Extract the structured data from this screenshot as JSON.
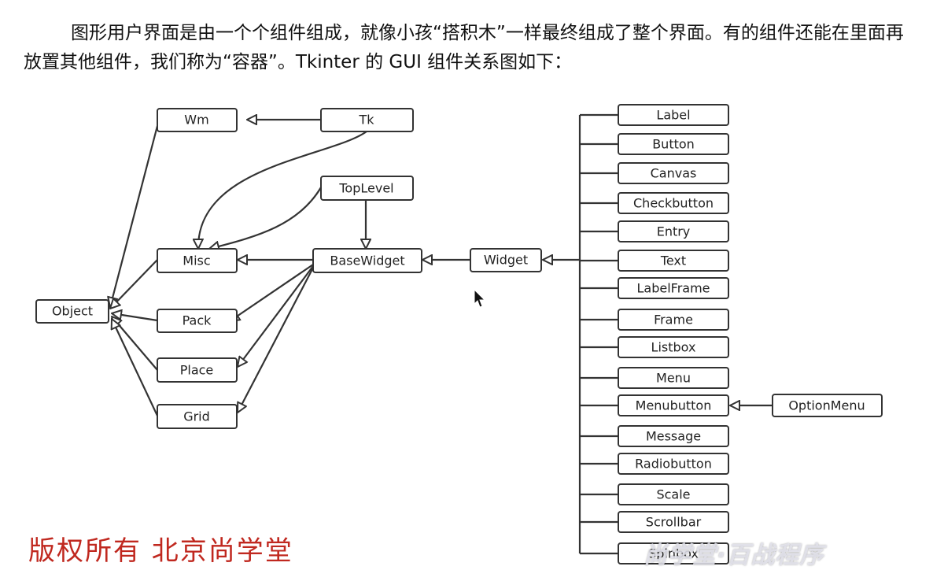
{
  "intro_text": "图形用户界面是由一个个组件组成，就像小孩“搭积木”一样最终组成了整个界面。有的组件还能在里面再放置其他组件，我们称为“容器”。Tkinter 的 GUI 组件关系图如下：",
  "diagram": {
    "nodes": {
      "wm": "Wm",
      "tk": "Tk",
      "toplevel": "TopLevel",
      "misc": "Misc",
      "basewidget": "BaseWidget",
      "widget": "Widget",
      "object": "Object",
      "pack": "Pack",
      "place": "Place",
      "grid": "Grid",
      "optionmenu": "OptionMenu"
    },
    "widgets": [
      "Label",
      "Button",
      "Canvas",
      "Checkbutton",
      "Entry",
      "Text",
      "LabelFrame",
      "Frame",
      "Listbox",
      "Menu",
      "Menubutton",
      "Message",
      "Radiobutton",
      "Scale",
      "Scrollbar",
      "Spinbox"
    ]
  },
  "footer": {
    "copyright": "版权所有 北京尚学堂",
    "watermark": "尚学堂·百战程序"
  }
}
